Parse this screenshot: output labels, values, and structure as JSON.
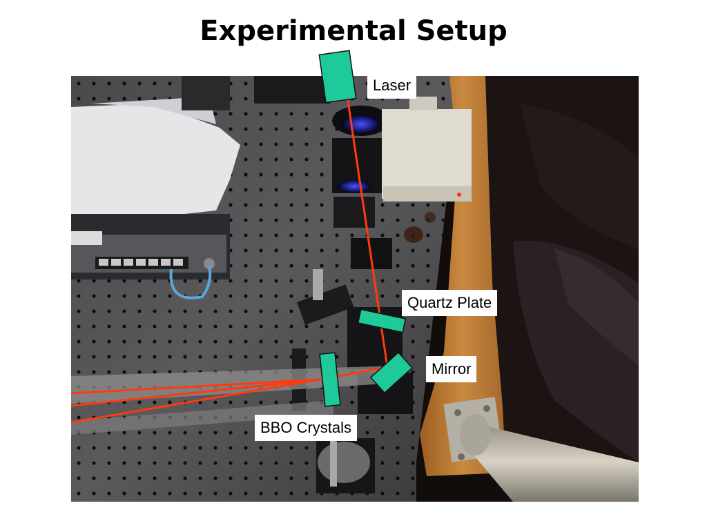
{
  "slide": {
    "title": "Experimental Setup"
  },
  "labels": {
    "laser": "Laser",
    "quartz_plate": "Quartz Plate",
    "mirror": "Mirror",
    "bbo_crystals": "BBO Crystals"
  },
  "colors": {
    "component_marker": "#1ec99a",
    "laser_beam": "#ff3a10",
    "optical_table": "#3e3e40",
    "wooden_bench": "#b8772f"
  }
}
